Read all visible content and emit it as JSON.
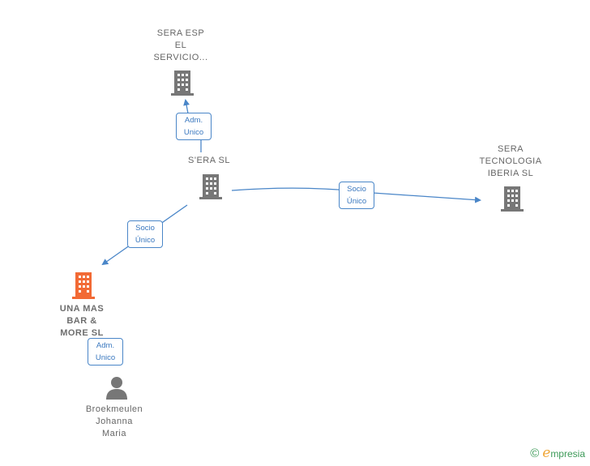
{
  "nodes": {
    "sera_esp": {
      "lines": [
        "SERA ESP",
        "EL",
        "SERVICIO..."
      ],
      "type": "company"
    },
    "sera_sl": {
      "lines": [
        "S'ERA  SL"
      ],
      "type": "company"
    },
    "sera_tecnologia": {
      "lines": [
        "SERA",
        "TECNOLOGIA",
        "IBERIA  SL"
      ],
      "type": "company"
    },
    "una_mas": {
      "lines": [
        "UNA MAS",
        "BAR &",
        "MORE  SL"
      ],
      "type": "company-focus"
    },
    "broekmeulen": {
      "lines": [
        "Broekmeulen",
        "Johanna",
        "Maria"
      ],
      "type": "person"
    }
  },
  "edges": {
    "e1": {
      "lines": [
        "Adm.",
        "Unico"
      ]
    },
    "e2": {
      "lines": [
        "Socio",
        "Único"
      ]
    },
    "e3": {
      "lines": [
        "Socio",
        "Único"
      ]
    },
    "e4": {
      "lines": [
        "Adm.",
        "Unico"
      ]
    }
  },
  "colors": {
    "company": "#777777",
    "focus": "#f26a35",
    "person": "#777777",
    "edge": "#4a86c8"
  },
  "brand": {
    "name": "mpresia",
    "initial": "e",
    "copyright": "©"
  }
}
